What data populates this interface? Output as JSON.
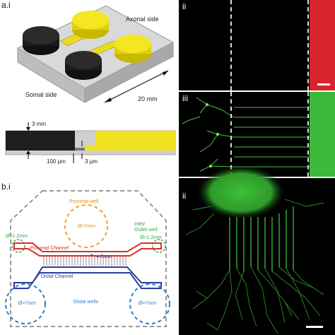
{
  "panels": {
    "a_i": {
      "label": "a.i",
      "axonal_side": "Axonal side",
      "somal_side": "Somal side",
      "width_label": "20 mm",
      "height_label": "3 mm",
      "channel_width": "100 µm",
      "channel_height": "3 µm"
    },
    "a_ii": {
      "label": "ii"
    },
    "a_iii": {
      "label": "iii"
    },
    "b_i": {
      "label": "b.i",
      "proximal_well": "Proximal well",
      "proximal_diam": "Ø=7mm",
      "inlet_outlet_well": "Inlet/\nOutlet well",
      "inlet_left_diam": "Ø=1.2mm",
      "inlet_right_diam": "Ø=1.2mm",
      "proximal_channel": "Proximal Channel",
      "cave": "Cave",
      "distal_channel": "Distal Channel",
      "distal_wells": "Distal wells",
      "distal_left_diam": "Ø=7mm",
      "distal_right_diam": "Ø=7mm"
    },
    "b_ii": {
      "label": "ii"
    }
  },
  "colors": {
    "chip_yellow": "#f2e21a",
    "chip_black": "#1a1a1a",
    "chip_glass": "#cfcfcf",
    "fluor_red": "#d8232a",
    "fluor_green": "#3fbf3a",
    "proximal_red": "#d8302b",
    "distal_blue": "#2a3f9a",
    "well_orange": "#f0a030",
    "well_blue": "#2a7fc8",
    "inlet_green": "#3aa84a"
  }
}
